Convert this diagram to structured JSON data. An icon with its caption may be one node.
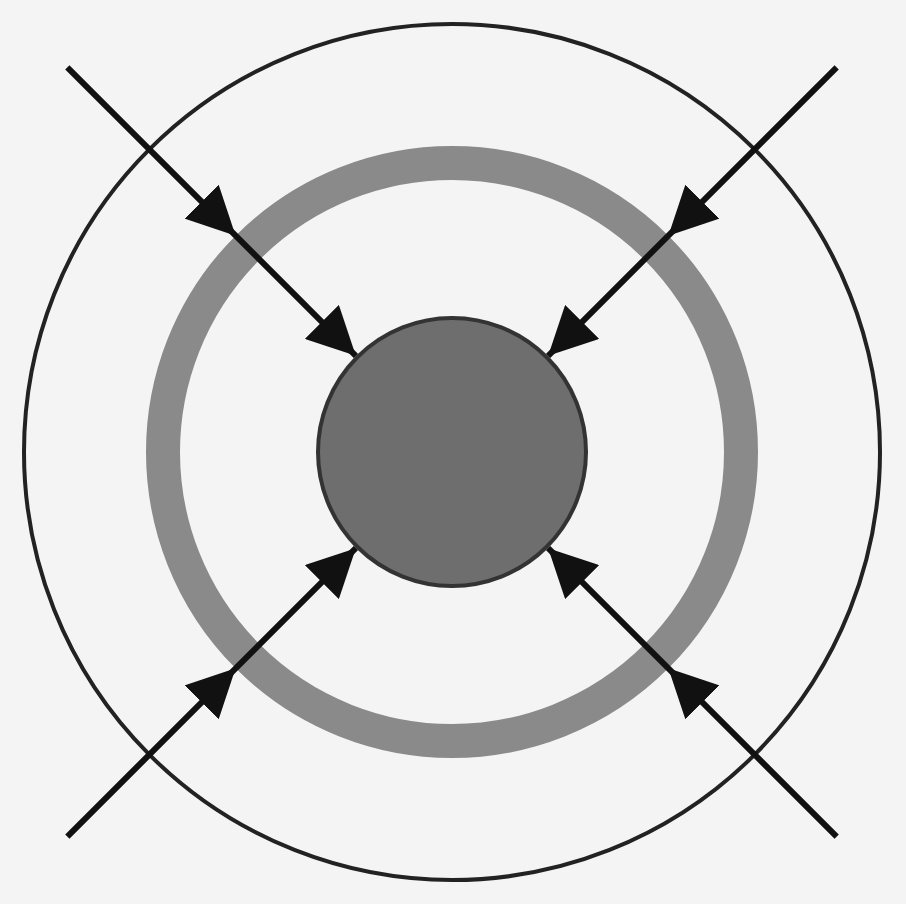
{
  "diagram": {
    "nodes": [
      {
        "text": [],
        "shape": "circle"
      },
      {
        "text": [],
        "shape": "circle",
        "in": 0
      },
      {
        "text": [],
        "shape": "circle",
        "in": 1
      }
    ],
    "edges": [
      {
        "from": null,
        "to": 2,
        "arrow": "to"
      },
      {
        "from": null,
        "to": 2,
        "arrow": "to"
      },
      {
        "from": null,
        "to": 2,
        "arrow": "to"
      },
      {
        "from": null,
        "to": 2,
        "arrow": "to"
      }
    ]
  }
}
